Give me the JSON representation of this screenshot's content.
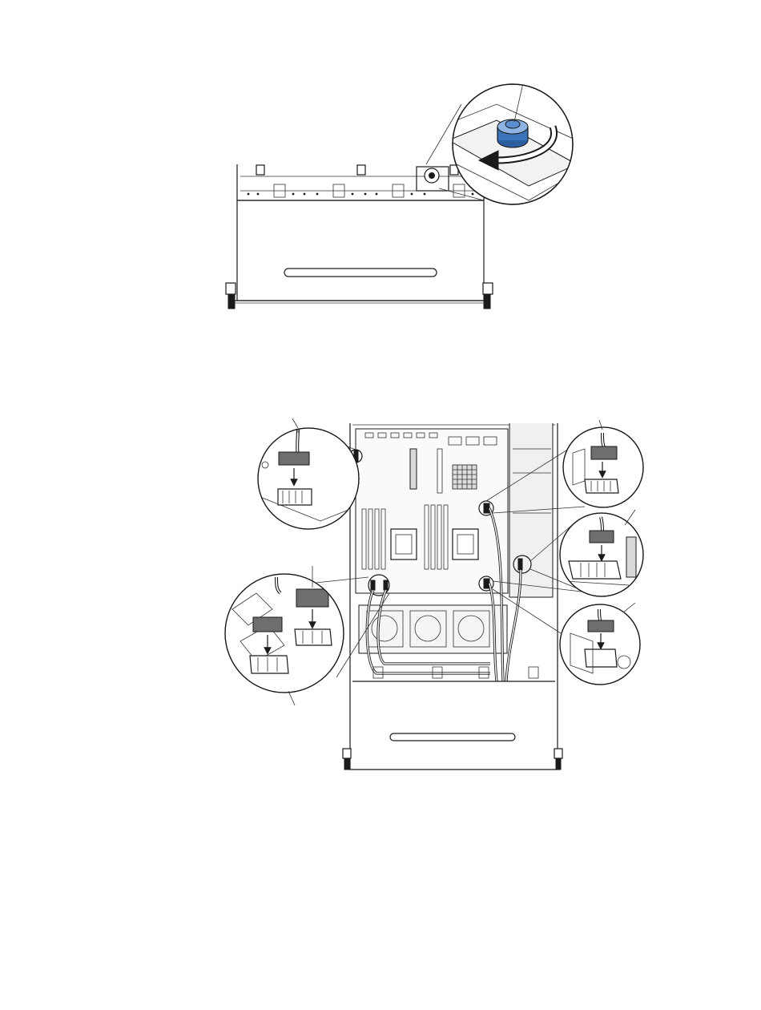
{
  "figures": [
    {
      "id": "figure-1",
      "subject": "thumbscrew-release"
    },
    {
      "id": "figure-2",
      "subject": "cable-connections"
    }
  ],
  "colors": {
    "line": "#1a1a1a",
    "thumbscrew": "#3b73b9",
    "thumbscrew_light": "#8fb4e3",
    "shade": "#d9d9d9"
  },
  "icons": [
    "rotate-arrow-icon",
    "insert-arrow-icon"
  ]
}
